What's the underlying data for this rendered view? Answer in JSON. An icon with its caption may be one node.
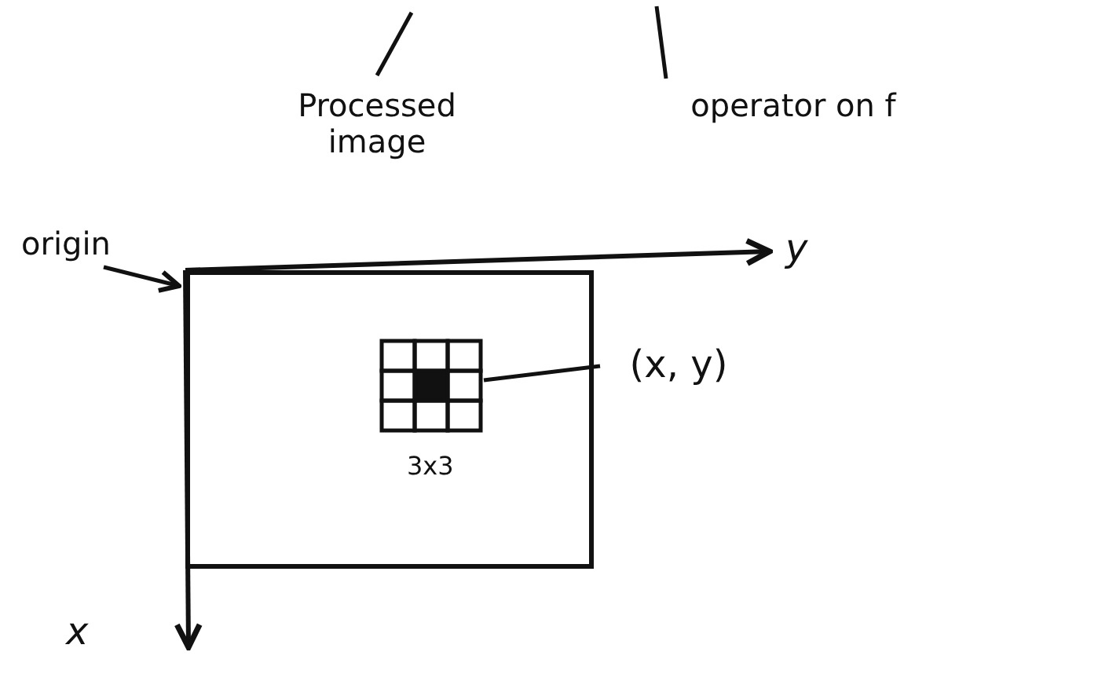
{
  "diagram": {
    "nodes": [
      {
        "text": [
          "Processed image"
        ]
      },
      {
        "text": [
          "operator on f"
        ]
      },
      {
        "text": [
          "origin"
        ]
      },
      {
        "text": [],
        "shape": "box"
      },
      {
        "text": [],
        "shape": "picture",
        "in": 3,
        "beside": [
          "3x3"
        ]
      },
      {
        "text": [
          "(x, y)"
        ]
      }
    ],
    "edges": [
      {
        "from": 0,
        "to": null,
        "arrow": "none"
      },
      {
        "from": 1,
        "to": null,
        "arrow": "none"
      },
      {
        "from": 2,
        "to": 3,
        "arrow": "to"
      },
      {
        "from": 4,
        "to": 5,
        "arrow": "none"
      }
    ],
    "labels": [
      "y",
      "x"
    ]
  }
}
